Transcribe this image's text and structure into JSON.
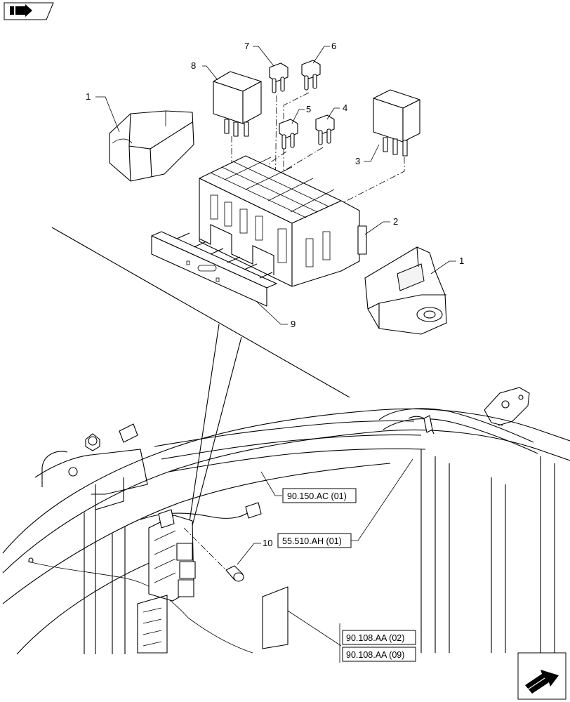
{
  "callouts": {
    "c1a": "1",
    "c1b": "1",
    "c2": "2",
    "c3": "3",
    "c4": "4",
    "c5": "5",
    "c6": "6",
    "c7": "7",
    "c8": "8",
    "c9": "9",
    "c10": "10"
  },
  "references": {
    "r1": "90.150.AC (01)",
    "r2": "55.510.AH (01)",
    "r3": "90.108.AA (02)",
    "r4": "90.108.AA (09)"
  },
  "nav": {
    "top_icon": "book-page-icon",
    "bottom_icon": "next-page-arrow-icon"
  }
}
